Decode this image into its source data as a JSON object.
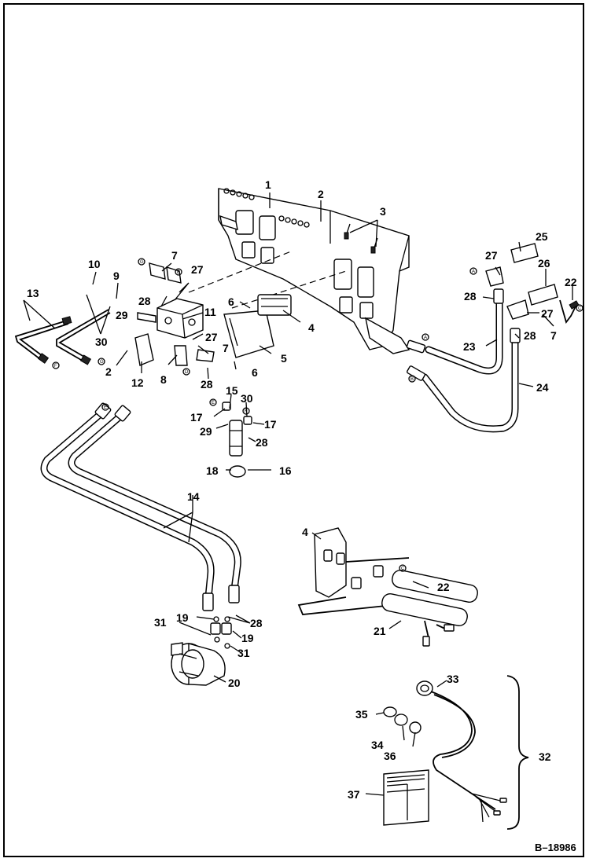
{
  "reference": "B–18986",
  "callouts": [
    {
      "id": "c1",
      "label": "1"
    },
    {
      "id": "c2a",
      "label": "2"
    },
    {
      "id": "c3",
      "label": "3"
    },
    {
      "id": "c4a",
      "label": "4"
    },
    {
      "id": "c5",
      "label": "5"
    },
    {
      "id": "c6a",
      "label": "6"
    },
    {
      "id": "c6b",
      "label": "6"
    },
    {
      "id": "c7a",
      "label": "7"
    },
    {
      "id": "c7b",
      "label": "7"
    },
    {
      "id": "c7c",
      "label": "7"
    },
    {
      "id": "c8",
      "label": "8"
    },
    {
      "id": "c9",
      "label": "9"
    },
    {
      "id": "c10",
      "label": "10"
    },
    {
      "id": "c11",
      "label": "11"
    },
    {
      "id": "c12",
      "label": "12"
    },
    {
      "id": "c13",
      "label": "13"
    },
    {
      "id": "c2b",
      "label": "2"
    },
    {
      "id": "c14",
      "label": "14"
    },
    {
      "id": "c15",
      "label": "15"
    },
    {
      "id": "c16",
      "label": "16"
    },
    {
      "id": "c17a",
      "label": "17"
    },
    {
      "id": "c17b",
      "label": "17"
    },
    {
      "id": "c18",
      "label": "18"
    },
    {
      "id": "c19a",
      "label": "19"
    },
    {
      "id": "c19b",
      "label": "19"
    },
    {
      "id": "c20",
      "label": "20"
    },
    {
      "id": "c21",
      "label": "21"
    },
    {
      "id": "c22a",
      "label": "22"
    },
    {
      "id": "c22b",
      "label": "22"
    },
    {
      "id": "c23",
      "label": "23"
    },
    {
      "id": "c24",
      "label": "24"
    },
    {
      "id": "c25",
      "label": "25"
    },
    {
      "id": "c26",
      "label": "26"
    },
    {
      "id": "c27a",
      "label": "27"
    },
    {
      "id": "c27b",
      "label": "27"
    },
    {
      "id": "c27c",
      "label": "27"
    },
    {
      "id": "c27d",
      "label": "27"
    },
    {
      "id": "c28a",
      "label": "28"
    },
    {
      "id": "c28b",
      "label": "28"
    },
    {
      "id": "c28c",
      "label": "28"
    },
    {
      "id": "c28d",
      "label": "28"
    },
    {
      "id": "c28e",
      "label": "28"
    },
    {
      "id": "c28f",
      "label": "28"
    },
    {
      "id": "c29a",
      "label": "29"
    },
    {
      "id": "c29b",
      "label": "29"
    },
    {
      "id": "c30a",
      "label": "30"
    },
    {
      "id": "c30b",
      "label": "30"
    },
    {
      "id": "c31a",
      "label": "31"
    },
    {
      "id": "c31b",
      "label": "31"
    },
    {
      "id": "c32",
      "label": "32"
    },
    {
      "id": "c33",
      "label": "33"
    },
    {
      "id": "c34",
      "label": "34"
    },
    {
      "id": "c35",
      "label": "35"
    },
    {
      "id": "c36",
      "label": "36"
    },
    {
      "id": "c37",
      "label": "37"
    },
    {
      "id": "c4b",
      "label": "4"
    }
  ],
  "connection_marks": [
    {
      "id": "mA1",
      "label": "A"
    },
    {
      "id": "mA2",
      "label": "A"
    },
    {
      "id": "mB1",
      "label": "B"
    },
    {
      "id": "mB2",
      "label": "B"
    },
    {
      "id": "mC1",
      "label": "C"
    },
    {
      "id": "mC2",
      "label": "C"
    },
    {
      "id": "mD1",
      "label": "D"
    },
    {
      "id": "mE1",
      "label": "E"
    },
    {
      "id": "mE2",
      "label": "E"
    },
    {
      "id": "mF1",
      "label": "F"
    },
    {
      "id": "mF2",
      "label": "F"
    },
    {
      "id": "mG1",
      "label": "G"
    },
    {
      "id": "mG2",
      "label": "G"
    }
  ]
}
